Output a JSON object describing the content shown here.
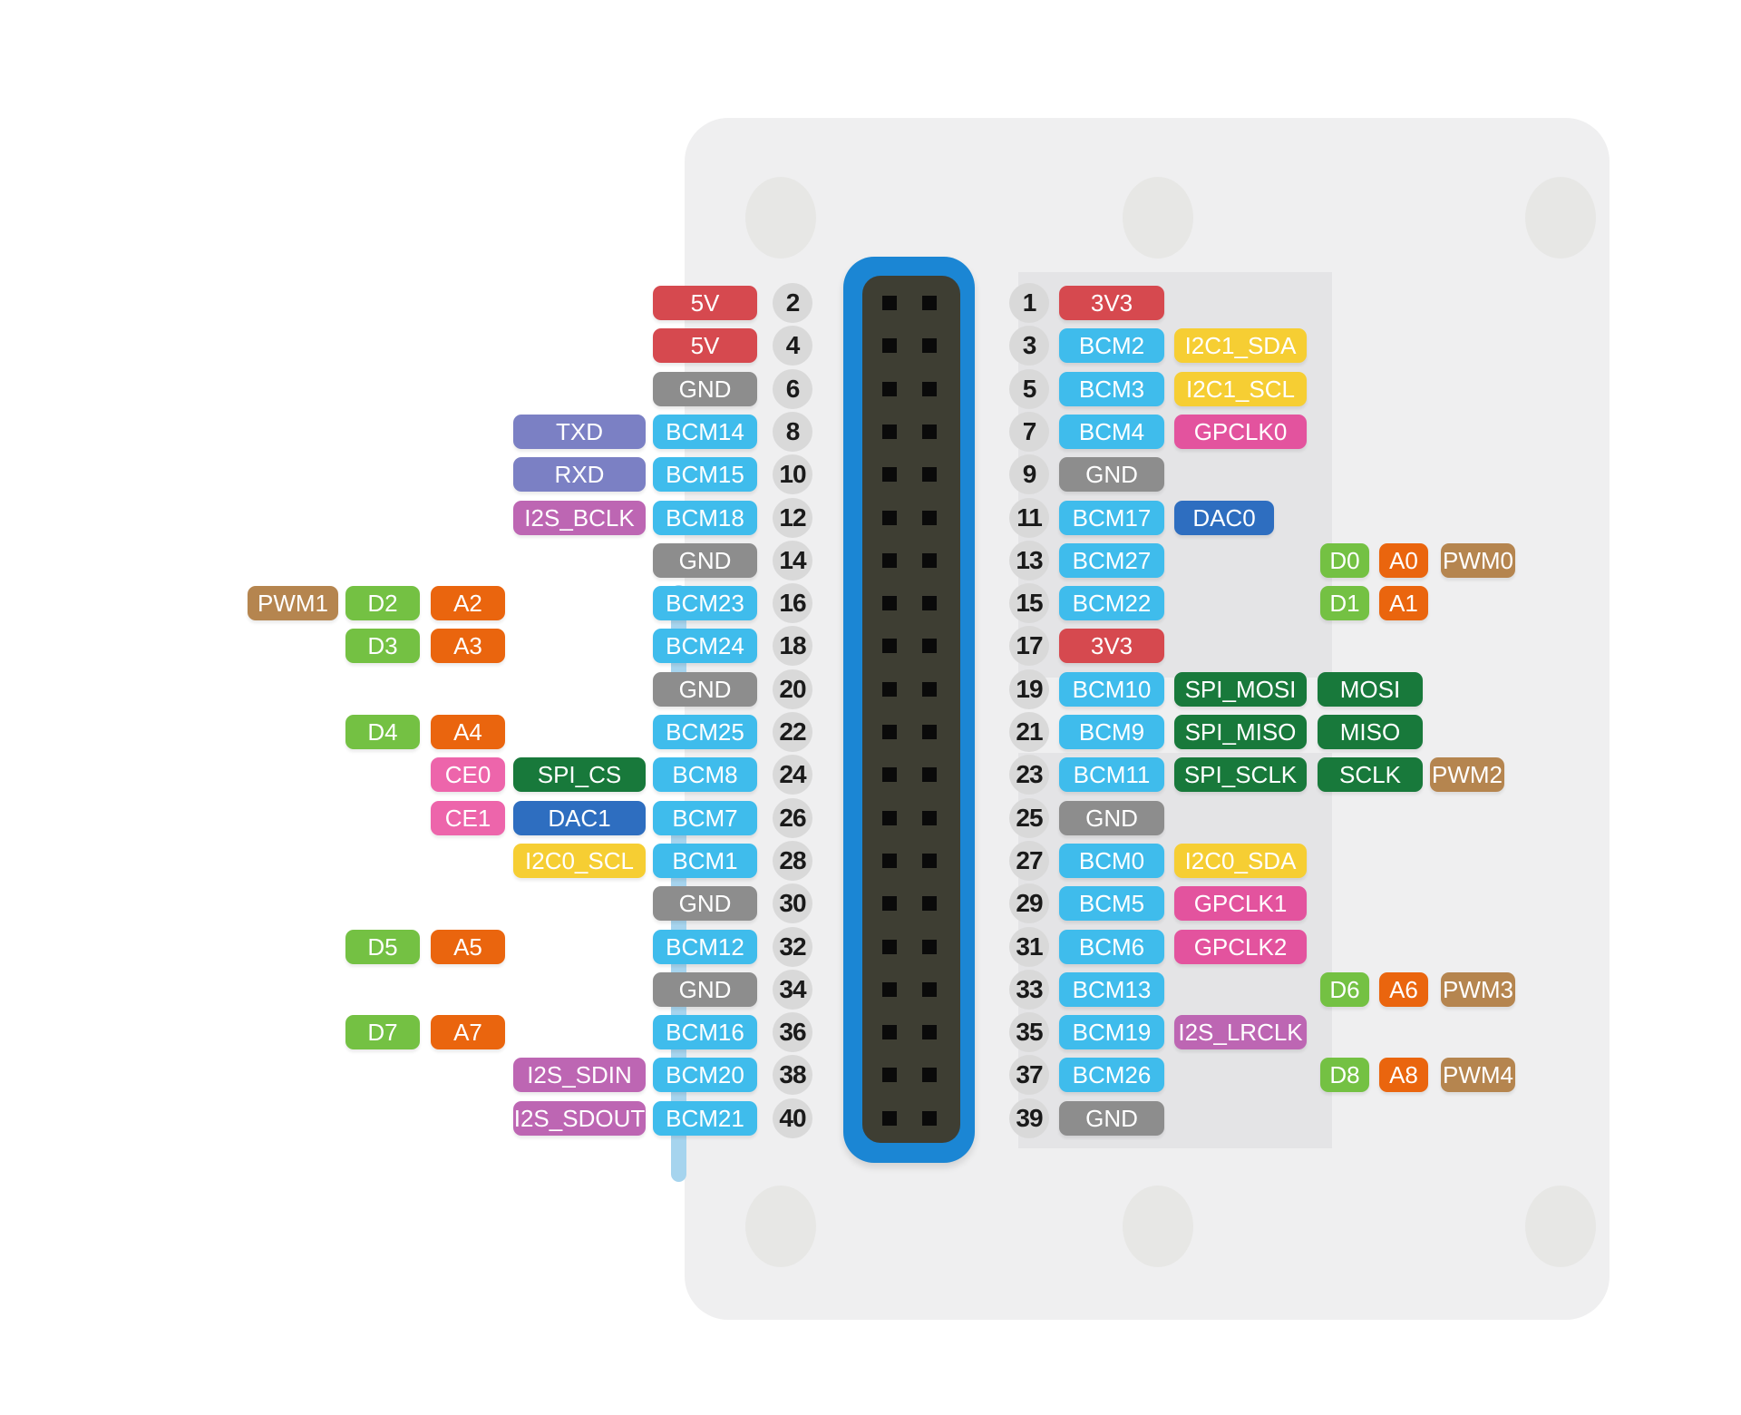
{
  "diagram": "gpio-header-pinout",
  "colors": {
    "power": "#d6494f",
    "ground": "#8d8d8d",
    "gpio": "#3fbcec",
    "uart": "#7b80c4",
    "i2s": "#bd66b3",
    "i2c": "#f6ce33",
    "gpclk": "#e3539e",
    "ce": "#ed65ab",
    "dac": "#2e6ec0",
    "spi": "#18793b",
    "digital": "#74c143",
    "analog": "#ea650e",
    "pwm": "#b5854f",
    "board": "#efeff0",
    "panel": "#e4e4e6",
    "connector_outline": "#1b86d4",
    "connector_body": "#3e3e33",
    "pin_number_bg": "#d9d9d9",
    "trace": "#a6d4ee"
  },
  "connector": {
    "pin_rows": 20,
    "pin_columns": 2,
    "total_pins": 40
  },
  "rows": [
    {
      "left_pin": "2",
      "right_pin": "1",
      "left": [
        {
          "t": "5V",
          "k": "power",
          "col": "main"
        }
      ],
      "right": [
        {
          "t": "3V3",
          "k": "power",
          "col": "main"
        }
      ]
    },
    {
      "left_pin": "4",
      "right_pin": "3",
      "left": [
        {
          "t": "5V",
          "k": "power",
          "col": "main"
        }
      ],
      "right": [
        {
          "t": "BCM2",
          "k": "gpio",
          "col": "main"
        },
        {
          "t": "I2C1_SDA",
          "k": "i2c",
          "col": "wide"
        }
      ]
    },
    {
      "left_pin": "6",
      "right_pin": "5",
      "left": [
        {
          "t": "GND",
          "k": "ground",
          "col": "main"
        }
      ],
      "right": [
        {
          "t": "BCM3",
          "k": "gpio",
          "col": "main"
        },
        {
          "t": "I2C1_SCL",
          "k": "i2c",
          "col": "wide"
        }
      ]
    },
    {
      "left_pin": "8",
      "right_pin": "7",
      "left": [
        {
          "t": "TXD",
          "k": "uart",
          "col": "wide"
        },
        {
          "t": "BCM14",
          "k": "gpio",
          "col": "main"
        }
      ],
      "right": [
        {
          "t": "BCM4",
          "k": "gpio",
          "col": "main"
        },
        {
          "t": "GPCLK0",
          "k": "gpclk",
          "col": "wide"
        }
      ]
    },
    {
      "left_pin": "10",
      "right_pin": "9",
      "left": [
        {
          "t": "RXD",
          "k": "uart",
          "col": "wide"
        },
        {
          "t": "BCM15",
          "k": "gpio",
          "col": "main"
        }
      ],
      "right": [
        {
          "t": "GND",
          "k": "ground",
          "col": "main"
        }
      ]
    },
    {
      "left_pin": "12",
      "right_pin": "11",
      "left": [
        {
          "t": "I2S_BCLK",
          "k": "i2s",
          "col": "wide"
        },
        {
          "t": "BCM18",
          "k": "gpio",
          "col": "main"
        }
      ],
      "right": [
        {
          "t": "BCM17",
          "k": "gpio",
          "col": "main"
        },
        {
          "t": "DAC0",
          "k": "dac",
          "col": "wide",
          "w": 110
        }
      ]
    },
    {
      "left_pin": "14",
      "right_pin": "13",
      "left": [
        {
          "t": "GND",
          "k": "ground",
          "col": "main"
        }
      ],
      "right": [
        {
          "t": "BCM27",
          "k": "gpio",
          "col": "main"
        },
        {
          "t": "D0",
          "k": "digital",
          "col": "d"
        },
        {
          "t": "A0",
          "k": "analog",
          "col": "a"
        },
        {
          "t": "PWM0",
          "k": "pwm",
          "col": "pwm"
        }
      ]
    },
    {
      "left_pin": "16",
      "right_pin": "15",
      "left": [
        {
          "t": "PWM1",
          "k": "pwm",
          "col": "pwm"
        },
        {
          "t": "D2",
          "k": "digital",
          "col": "d"
        },
        {
          "t": "A2",
          "k": "analog",
          "col": "a"
        },
        {
          "t": "BCM23",
          "k": "gpio",
          "col": "main"
        }
      ],
      "right": [
        {
          "t": "BCM22",
          "k": "gpio",
          "col": "main"
        },
        {
          "t": "D1",
          "k": "digital",
          "col": "d"
        },
        {
          "t": "A1",
          "k": "analog",
          "col": "a"
        }
      ]
    },
    {
      "left_pin": "18",
      "right_pin": "17",
      "left": [
        {
          "t": "D3",
          "k": "digital",
          "col": "d"
        },
        {
          "t": "A3",
          "k": "analog",
          "col": "a"
        },
        {
          "t": "BCM24",
          "k": "gpio",
          "col": "main"
        }
      ],
      "right": [
        {
          "t": "3V3",
          "k": "power",
          "col": "main"
        }
      ]
    },
    {
      "left_pin": "20",
      "right_pin": "19",
      "left": [
        {
          "t": "GND",
          "k": "ground",
          "col": "main"
        }
      ],
      "right": [
        {
          "t": "BCM10",
          "k": "gpio",
          "col": "main"
        },
        {
          "t": "SPI_MOSI",
          "k": "spi",
          "col": "wide"
        },
        {
          "t": "MOSI",
          "k": "spi",
          "col": "io"
        }
      ]
    },
    {
      "left_pin": "22",
      "right_pin": "21",
      "left": [
        {
          "t": "D4",
          "k": "digital",
          "col": "d"
        },
        {
          "t": "A4",
          "k": "analog",
          "col": "a"
        },
        {
          "t": "BCM25",
          "k": "gpio",
          "col": "main"
        }
      ],
      "right": [
        {
          "t": "BCM9",
          "k": "gpio",
          "col": "main"
        },
        {
          "t": "SPI_MISO",
          "k": "spi",
          "col": "wide"
        },
        {
          "t": "MISO",
          "k": "spi",
          "col": "io"
        }
      ]
    },
    {
      "left_pin": "24",
      "right_pin": "23",
      "left": [
        {
          "t": "CE0",
          "k": "ce",
          "col": "a"
        },
        {
          "t": "SPI_CS",
          "k": "spi",
          "col": "wide"
        },
        {
          "t": "BCM8",
          "k": "gpio",
          "col": "main"
        }
      ],
      "right": [
        {
          "t": "BCM11",
          "k": "gpio",
          "col": "main"
        },
        {
          "t": "SPI_SCLK",
          "k": "spi",
          "col": "wide"
        },
        {
          "t": "SCLK",
          "k": "spi",
          "col": "io"
        },
        {
          "t": "PWM2",
          "k": "pwm",
          "col": "pwm2"
        }
      ]
    },
    {
      "left_pin": "26",
      "right_pin": "25",
      "left": [
        {
          "t": "CE1",
          "k": "ce",
          "col": "a"
        },
        {
          "t": "DAC1",
          "k": "dac",
          "col": "wide"
        },
        {
          "t": "BCM7",
          "k": "gpio",
          "col": "main"
        }
      ],
      "right": [
        {
          "t": "GND",
          "k": "ground",
          "col": "main"
        }
      ]
    },
    {
      "left_pin": "28",
      "right_pin": "27",
      "left": [
        {
          "t": "I2C0_SCL",
          "k": "i2c",
          "col": "wide"
        },
        {
          "t": "BCM1",
          "k": "gpio",
          "col": "main"
        }
      ],
      "right": [
        {
          "t": "BCM0",
          "k": "gpio",
          "col": "main"
        },
        {
          "t": "I2C0_SDA",
          "k": "i2c",
          "col": "wide"
        }
      ]
    },
    {
      "left_pin": "30",
      "right_pin": "29",
      "left": [
        {
          "t": "GND",
          "k": "ground",
          "col": "main"
        }
      ],
      "right": [
        {
          "t": "BCM5",
          "k": "gpio",
          "col": "main"
        },
        {
          "t": "GPCLK1",
          "k": "gpclk",
          "col": "wide"
        }
      ]
    },
    {
      "left_pin": "32",
      "right_pin": "31",
      "left": [
        {
          "t": "D5",
          "k": "digital",
          "col": "d"
        },
        {
          "t": "A5",
          "k": "analog",
          "col": "a"
        },
        {
          "t": "BCM12",
          "k": "gpio",
          "col": "main"
        }
      ],
      "right": [
        {
          "t": "BCM6",
          "k": "gpio",
          "col": "main"
        },
        {
          "t": "GPCLK2",
          "k": "gpclk",
          "col": "wide"
        }
      ]
    },
    {
      "left_pin": "34",
      "right_pin": "33",
      "left": [
        {
          "t": "GND",
          "k": "ground",
          "col": "main"
        }
      ],
      "right": [
        {
          "t": "BCM13",
          "k": "gpio",
          "col": "main"
        },
        {
          "t": "D6",
          "k": "digital",
          "col": "d"
        },
        {
          "t": "A6",
          "k": "analog",
          "col": "a"
        },
        {
          "t": "PWM3",
          "k": "pwm",
          "col": "pwm"
        }
      ]
    },
    {
      "left_pin": "36",
      "right_pin": "35",
      "left": [
        {
          "t": "D7",
          "k": "digital",
          "col": "d"
        },
        {
          "t": "A7",
          "k": "analog",
          "col": "a"
        },
        {
          "t": "BCM16",
          "k": "gpio",
          "col": "main"
        }
      ],
      "right": [
        {
          "t": "BCM19",
          "k": "gpio",
          "col": "main"
        },
        {
          "t": "I2S_LRCLK",
          "k": "i2s",
          "col": "wide"
        }
      ]
    },
    {
      "left_pin": "38",
      "right_pin": "37",
      "left": [
        {
          "t": "I2S_SDIN",
          "k": "i2s",
          "col": "wide"
        },
        {
          "t": "BCM20",
          "k": "gpio",
          "col": "main"
        }
      ],
      "right": [
        {
          "t": "BCM26",
          "k": "gpio",
          "col": "main"
        },
        {
          "t": "D8",
          "k": "digital",
          "col": "d"
        },
        {
          "t": "A8",
          "k": "analog",
          "col": "a"
        },
        {
          "t": "PWM4",
          "k": "pwm",
          "col": "pwm"
        }
      ]
    },
    {
      "left_pin": "40",
      "right_pin": "39",
      "left": [
        {
          "t": "I2S_SDOUT",
          "k": "i2s",
          "col": "wide"
        },
        {
          "t": "BCM21",
          "k": "gpio",
          "col": "main"
        }
      ],
      "right": [
        {
          "t": "GND",
          "k": "ground",
          "col": "main"
        }
      ]
    }
  ]
}
